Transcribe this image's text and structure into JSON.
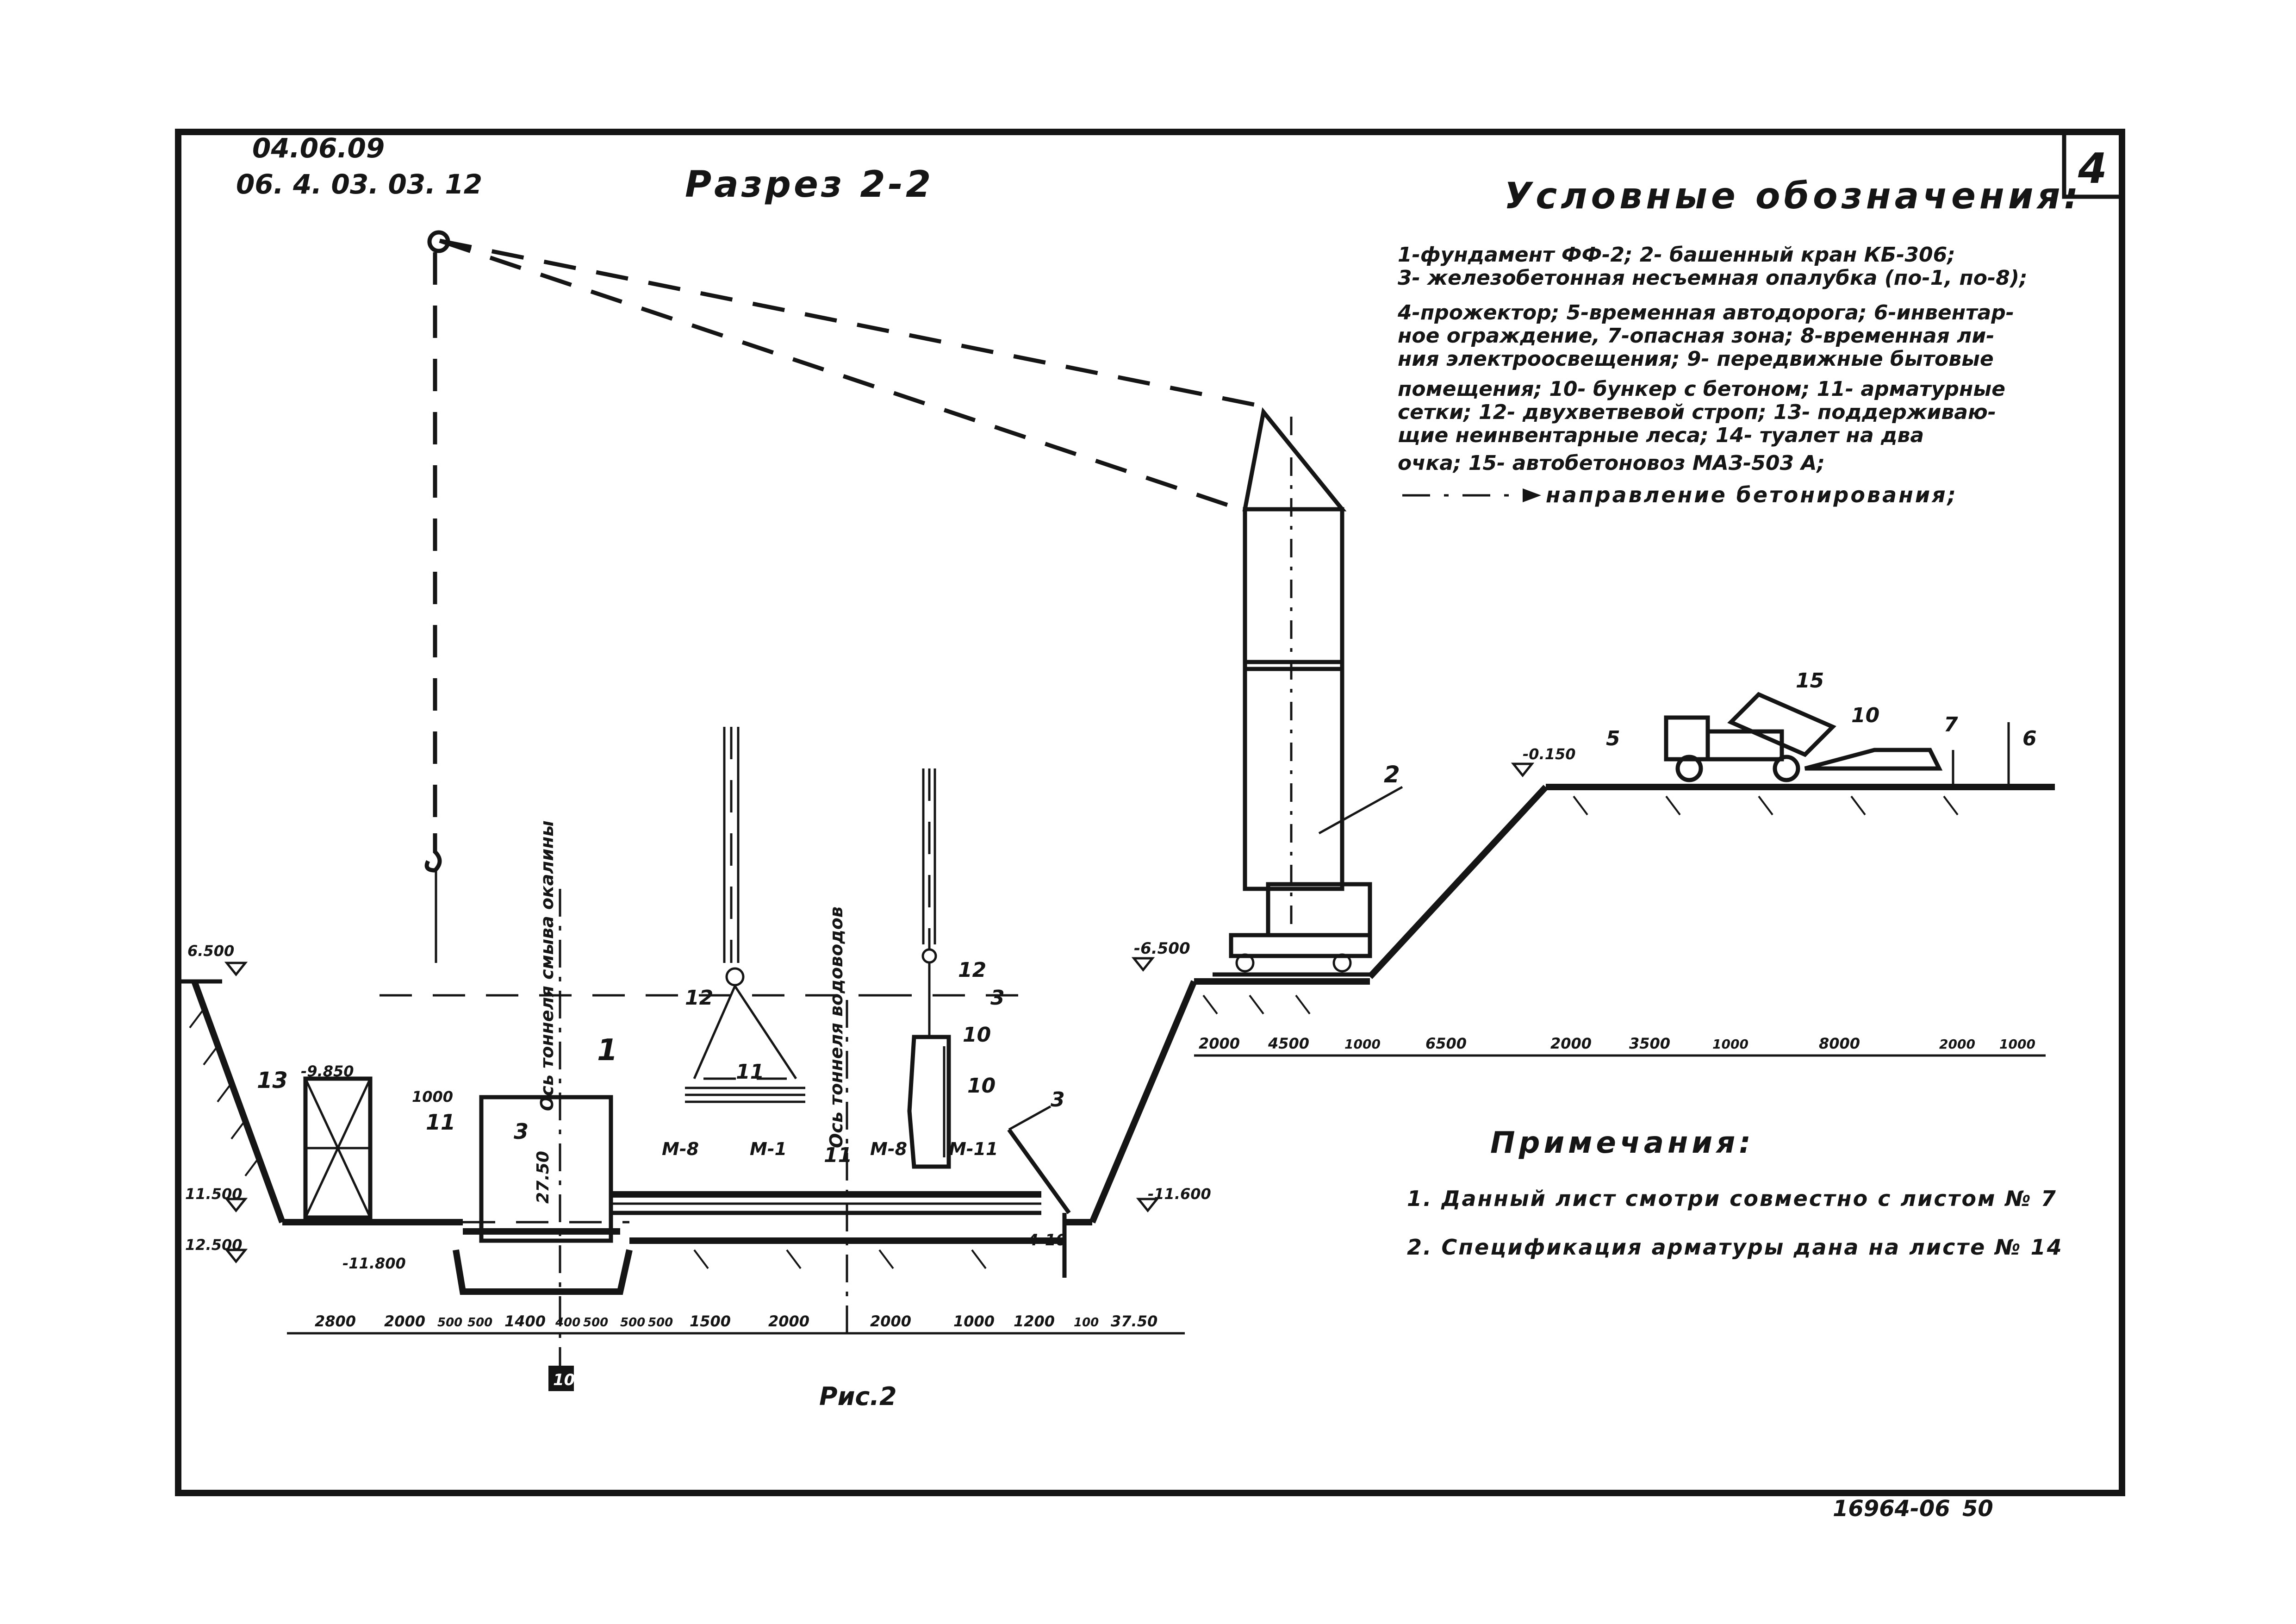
{
  "sheet": {
    "codes": [
      "04.06.09",
      "06. 4. 03. 03. 12"
    ],
    "section_title": "Разрез 2-2",
    "sheet_number": "4",
    "figure_caption": "Рис.2",
    "drawing_number": "16964-06",
    "page": "50"
  },
  "legend": {
    "title": "Условные обозначения:",
    "lines": [
      "1-фундамент ФФ-2; 2- башенный кран КБ-306;",
      "3- железобетонная несъемная опалубка (по-1, по-8);",
      "4-прожектор; 5-временная автодорога; 6-инвентар-",
      "ное ограждение, 7-опасная зона; 8-временная ли-",
      "ния электроосвещения; 9- передвижные бытовые",
      "помещения; 10- бункер с бетоном; 11- арматурные",
      "сетки; 12- двухветвевой строп; 13- поддерживаю-",
      "щие неинвентарные леса; 14- туалет на два",
      "очка; 15- автобетоновоз МАЗ-503 А;"
    ],
    "direction_label": "направление бетонирования;"
  },
  "notes": {
    "title": "Примечания:",
    "items": [
      "1. Данный лист смотри совместно с листом № 7",
      "2. Спецификация арматуры дана на листе № 14"
    ]
  },
  "elevations": {
    "left_top": "6.500",
    "left_mid": "11.500",
    "left_low": "12.500",
    "scaffold_top": "-9.850",
    "pit_bottom": "-11.800",
    "right_pit": "-11.600",
    "crane_base": "-6.500",
    "ground_right": "-0.150"
  },
  "axis_labels": {
    "axis_scale": "Ось тоннеля смыва окалины",
    "axis_water": "Ось тоннеля водоводов",
    "axis_marker": "10",
    "height_label": "27.50",
    "label_1000": "1000"
  },
  "callouts": {
    "n1": "1",
    "n2": "2",
    "n3a": "3",
    "n3b": "3",
    "n3c": "3",
    "n5": "5",
    "n6": "6",
    "n7": "7",
    "n10a": "10",
    "n10b": "10",
    "n11a": "11",
    "n11b": "11",
    "n11c": "11",
    "n12a": "12",
    "n12b": "12",
    "n13": "13",
    "n15": "15",
    "n4_10": "4-10",
    "m8a": "М-8",
    "m1": "М-1",
    "m8b": "М-8",
    "m11": "М-11"
  },
  "dimensions_bottom": [
    "2800",
    "2000",
    "500",
    "500",
    "1400",
    "400",
    "500",
    "500",
    "500",
    "1500",
    "2000",
    "2000",
    "1000",
    "1200",
    "100",
    "37.50"
  ],
  "dimensions_top": [
    "2000",
    "4500",
    "1000",
    "6500",
    "2000",
    "3500",
    "1000",
    "8000",
    "2000",
    "1000"
  ]
}
